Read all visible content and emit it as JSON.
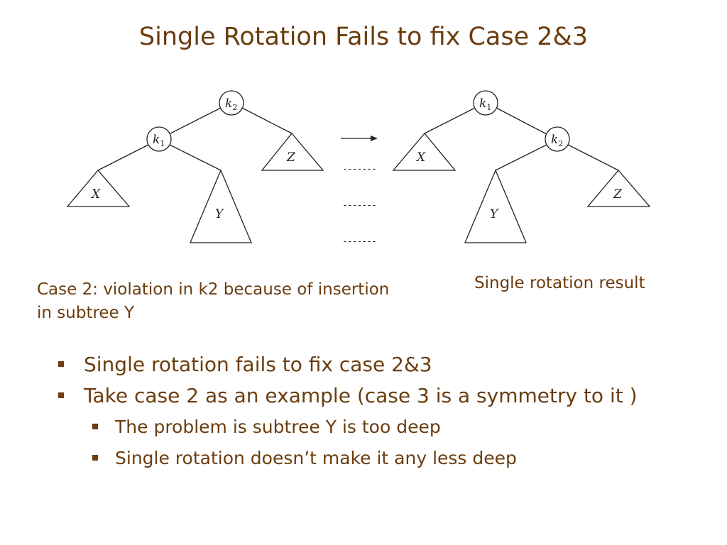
{
  "title": "Single Rotation Fails to fix Case 2&3",
  "diagram": {
    "left_tree": {
      "root": {
        "letter": "k",
        "sub": "2"
      },
      "child": {
        "letter": "k",
        "sub": "1"
      },
      "subtrees": [
        "X",
        "Y",
        "Z"
      ]
    },
    "right_tree": {
      "root": {
        "letter": "k",
        "sub": "1"
      },
      "child": {
        "letter": "k",
        "sub": "2"
      },
      "subtrees": [
        "X",
        "Y",
        "Z"
      ]
    },
    "dashes": [
      "-------",
      "-------",
      "-------"
    ]
  },
  "captions": {
    "left": "Case 2: violation in k2 because of insertion in subtree Y",
    "right": "Single rotation result"
  },
  "bullets": [
    {
      "level": 1,
      "text": "Single rotation fails to fix case 2&3"
    },
    {
      "level": 1,
      "text": "Take case 2 as an example (case 3 is a symmetry to it )"
    },
    {
      "level": 2,
      "text": "The problem is subtree Y is too deep"
    },
    {
      "level": 2,
      "text": "Single rotation doesn’t make it any less deep"
    }
  ],
  "colors": {
    "text": "#6b3d0f",
    "lines": "#222222"
  }
}
